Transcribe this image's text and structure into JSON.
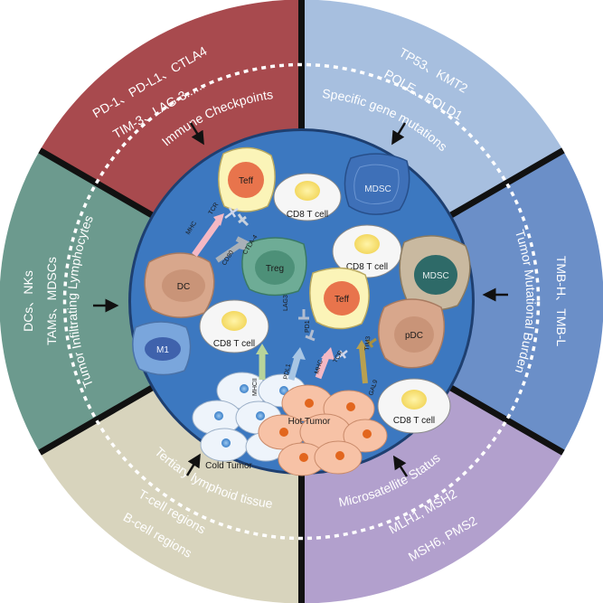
{
  "segments": {
    "immune": {
      "title": "Immune Checkpoints",
      "line1": "PD-1、PD-L1、CTLA4",
      "line2": "TIM-3、LAG-3......",
      "color": "#a84a4e"
    },
    "genes": {
      "title": "Specific gene mutations",
      "line1": "TP53、KMT2",
      "line2": "POLE、POLD1",
      "color": "#a7bfdf"
    },
    "tmb": {
      "title": "Tumor Mutational Burden",
      "line1": "TMB-H、TMB-L",
      "color": "#6b8fc8"
    },
    "msi": {
      "title": "Microsatellite Status",
      "line1": "MLH1, MSH2",
      "line2": "MSH6, PMS2",
      "color": "#b2a0cd"
    },
    "tls": {
      "title": "Tertiary lymphoid tissue",
      "line1": "T-cell regions",
      "line2": "B-cell regions",
      "color": "#d8d4bd"
    },
    "til": {
      "title": "Tumor Infiltrating Lymphocytes",
      "line1": "DCs、NKs",
      "line2": "TAMs、MDSCs",
      "color": "#6c9a8e"
    }
  },
  "cells": {
    "teff_top": "Teff",
    "cd8_1": "CD8 T cell",
    "mdsc_1": "MDSC",
    "cd8_2": "CD8 T cell",
    "dc": "DC",
    "treg": "Treg",
    "teff_mid": "Teff",
    "mdsc_2": "MDSC",
    "pdc": "pDC",
    "m1": "M1",
    "cd8_3": "CD8 T cell",
    "cd8_4": "CD8 T cell",
    "hot_tumor": "Hot Tumor",
    "cold_tumor": "Cold Tumor"
  },
  "molecules": {
    "mhc_top": "MHC",
    "tcr_top": "TCR",
    "ctla4": "CTLA-4",
    "cd80": "CD80",
    "lag3": "LAG3",
    "pd1": "PD1",
    "tim3": "TIM3",
    "gal9": "GAL9",
    "tcr_bottom": "TCR",
    "mhc_bottom": "MHC",
    "pdl1": "PDL1",
    "mhcii": "MHCII"
  },
  "colors": {
    "center_fill": "#3c78c0",
    "divider": "#111111",
    "dashed_ring": "#ffffff"
  }
}
